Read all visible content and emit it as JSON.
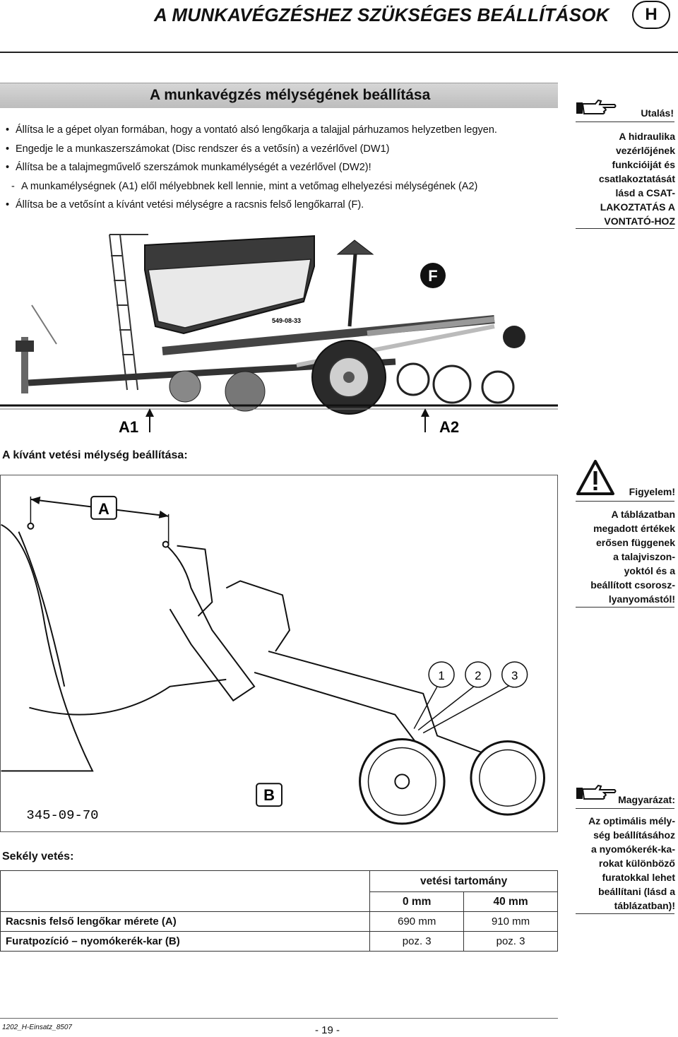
{
  "header": {
    "title": "A MUNKAVÉGZÉSHEZ SZÜKSÉGES BEÁLLÍTÁSOK",
    "lang_badge": "H"
  },
  "section": {
    "title": "A munkavégzés mélységének beállítása"
  },
  "steps": [
    {
      "marker": "•",
      "text": "Állítsa le a gépet olyan formában, hogy a vontató alsó lengőkarja a talajjal párhuzamos helyzetben legyen."
    },
    {
      "marker": "•",
      "text": "Engedje le a munkaszerszámokat (Disc rendszer és a vetősín) a vezérlővel (DW1)"
    },
    {
      "marker": "•",
      "text": "Állítsa be a talajmegművelő szerszámok munkamélységét a vezérlővel (DW2)!"
    },
    {
      "marker": "-",
      "text": "A munkamélységnek (A1) elől mélyebbnek kell lennie, mint a vetőmag elhelyezési mélységének (A2)"
    },
    {
      "marker": "•",
      "text": "Állítsa be a vetősínt a kívánt vetési mélységre a racsnis felső lengőkarral (F)."
    }
  ],
  "notes": {
    "hint": {
      "icon": "pointing-hand-icon",
      "title": "Utalás!",
      "lines": [
        "A hidraulika",
        "vezérlőjének",
        "funkcióiját és",
        "csatlakoztatását",
        "lásd a CSAT-",
        "LAKOZTATÁS A",
        "VONTATÓ-HOZ"
      ]
    },
    "warning": {
      "icon": "warning-triangle-icon",
      "title": "Figyelem!",
      "lines": [
        "A táblázatban",
        "megadott értékek",
        "erősen függenek",
        "a talajviszon-",
        "yoktól és a",
        "beállított csorosz-",
        "lyanyomástól!"
      ]
    },
    "explanation": {
      "icon": "pointing-hand-icon",
      "title": "Magyarázat:",
      "lines": [
        "Az optimális mély-",
        "ség beállításához",
        "a nyomókerék-ka-",
        "rokat különböző",
        "furatokkal lehet",
        "beállítani (lásd a",
        "táblázatban)!"
      ]
    }
  },
  "diagram_upper": {
    "code": "549-08-33",
    "label_f": "F",
    "label_a1": "A1",
    "label_a2": "A2"
  },
  "sub_heading": "A kívánt vetési mélység beállítása:",
  "diagram_lower": {
    "code": "345-09-70",
    "label_a": "A",
    "label_b": "B",
    "pos1": "1",
    "pos2": "2",
    "pos3": "3"
  },
  "shallow_label": "Sekély vetés:",
  "table": {
    "range_header": "vetési tartomány",
    "col1": "0 mm",
    "col2": "40 mm",
    "rows": [
      {
        "label": "Racsnis felső lengőkar mérete (A)",
        "v1": "690 mm",
        "v2": "910 mm"
      },
      {
        "label": "Furatpozíció – nyomókerék-kar (B)",
        "v1": "poz. 3",
        "v2": "poz. 3"
      }
    ]
  },
  "footer": {
    "code": "1202_H-Einsatz_8507",
    "page": "- 19 -"
  }
}
